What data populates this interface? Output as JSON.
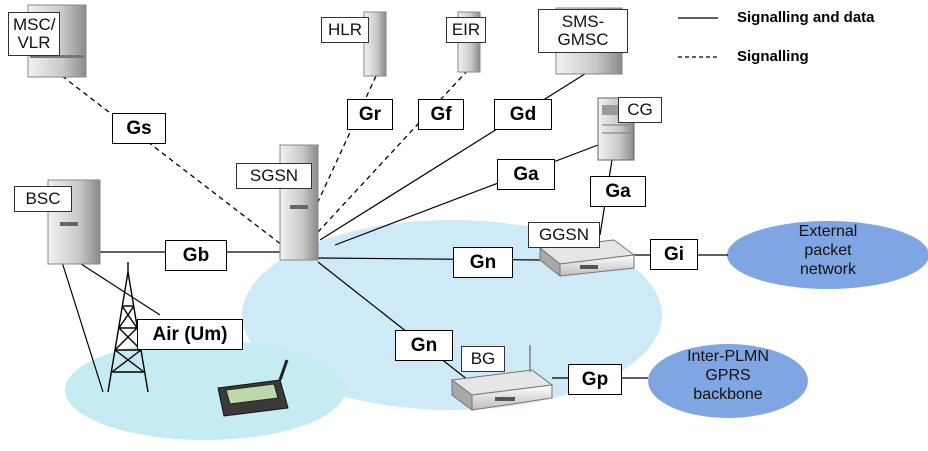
{
  "legend": {
    "solid_label": "Signalling and data",
    "dashed_label": "Signalling"
  },
  "nodes": {
    "msc_vlr": "MSC/\nVLR",
    "hlr": "HLR",
    "eir": "EIR",
    "sms_gmsc": "SMS-\nGMSC",
    "cg": "CG",
    "sgsn": "SGSN",
    "bsc": "BSC",
    "ggsn": "GGSN",
    "bg": "BG"
  },
  "interfaces": {
    "gs": "Gs",
    "gr": "Gr",
    "gf": "Gf",
    "gd": "Gd",
    "ga_sgsn": "Ga",
    "ga_ggsn": "Ga",
    "gb": "Gb",
    "gn_ggsn": "Gn",
    "gn_bg": "Gn",
    "gi": "Gi",
    "gp": "Gp",
    "air": "Air (Um)"
  },
  "networks": {
    "external": "External\npacket\nnetwork",
    "inter_plmn": "Inter-PLMN\nGPRS\nbackbone"
  },
  "colors": {
    "core_area": "#cdeaf6",
    "radio_area": "#c5ecf3",
    "network_ellipse": "#7fa6e3",
    "server_light": "#d6d6d6",
    "server_dark": "#8a8a8a"
  }
}
